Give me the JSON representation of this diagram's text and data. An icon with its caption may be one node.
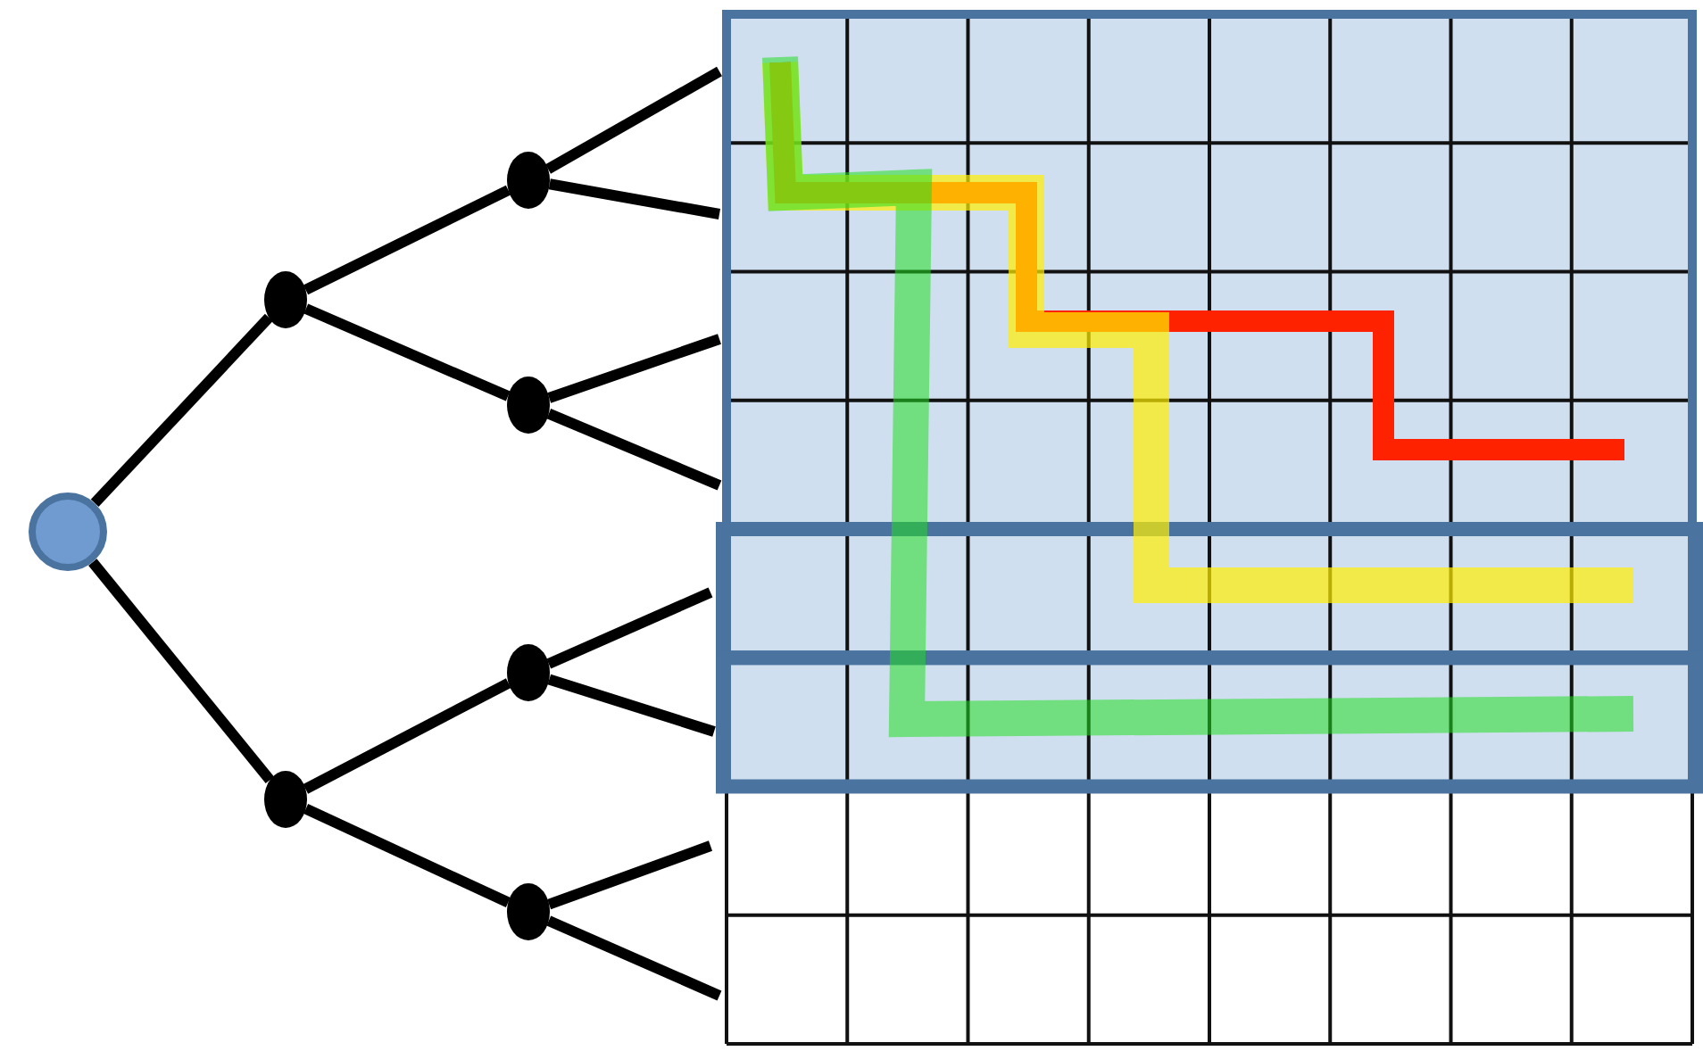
{
  "diagram": {
    "nodes": [
      {
        "text": [],
        "shape": "circle"
      },
      {
        "text": [],
        "shape": "circle"
      },
      {
        "text": [],
        "shape": "circle"
      },
      {
        "text": [],
        "shape": "circle"
      },
      {
        "text": [],
        "shape": "circle"
      },
      {
        "text": [],
        "shape": "circle"
      },
      {
        "text": [],
        "shape": "circle"
      }
    ],
    "edges": [
      {
        "from": 0,
        "to": 1,
        "arrow": "none"
      },
      {
        "from": 0,
        "to": 2,
        "arrow": "none"
      },
      {
        "from": 1,
        "to": 3,
        "arrow": "none"
      },
      {
        "from": 1,
        "to": 4,
        "arrow": "none"
      },
      {
        "from": 2,
        "to": 5,
        "arrow": "none"
      },
      {
        "from": 2,
        "to": 6,
        "arrow": "none"
      },
      {
        "from": 3,
        "to": null,
        "arrow": "none"
      },
      {
        "from": 3,
        "to": null,
        "arrow": "none"
      },
      {
        "from": 4,
        "to": null,
        "arrow": "none"
      },
      {
        "from": 4,
        "to": null,
        "arrow": "none"
      },
      {
        "from": 5,
        "to": null,
        "arrow": "none"
      },
      {
        "from": 5,
        "to": null,
        "arrow": "none"
      },
      {
        "from": 6,
        "to": null,
        "arrow": "none"
      },
      {
        "from": 6,
        "to": null,
        "arrow": "none"
      }
    ]
  }
}
